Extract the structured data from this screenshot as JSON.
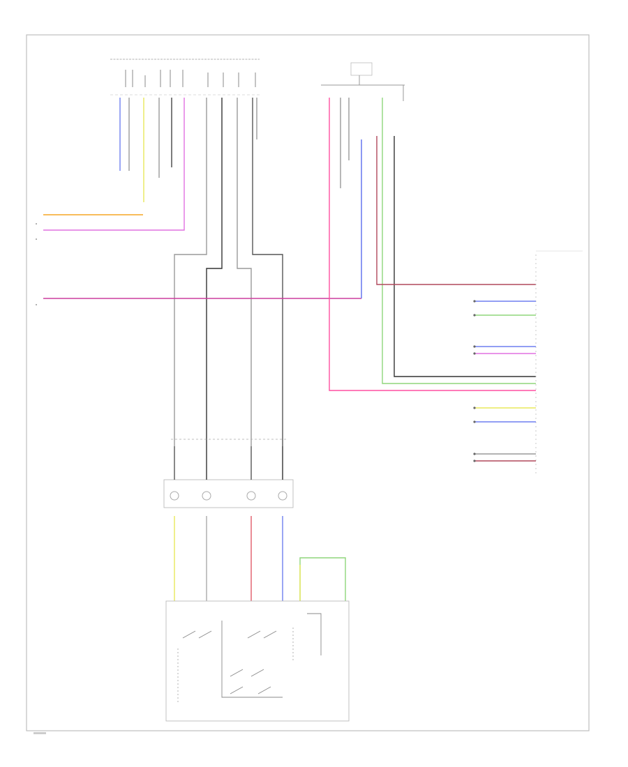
{
  "colors": {
    "frame": "#bdbdbd",
    "wire_black": "#333333",
    "wire_gray": "#9a9a9a",
    "wire_orange": "#f5a623",
    "wire_violet": "#e070e0",
    "wire_pink": "#ff4fa0",
    "wire_magenta": "#cc3d9d",
    "wire_green": "#8fd67a",
    "wire_blue": "#6f7ff0",
    "wire_yellow": "#e8e85a",
    "wire_red": "#e05a6a",
    "wire_dkred": "#b0485c"
  },
  "wire_color_keys": [
    "wire_orange",
    "wire_violet",
    "wire_magenta",
    "wire_pink",
    "wire_green",
    "wire_black",
    "wire_blue",
    "wire_yellow",
    "wire_red",
    "wire_dkred",
    "wire_gray"
  ],
  "icons": [
    "ground-symbol-icon",
    "connector-terminal-icon",
    "switch-contact-icon"
  ],
  "labels": {}
}
